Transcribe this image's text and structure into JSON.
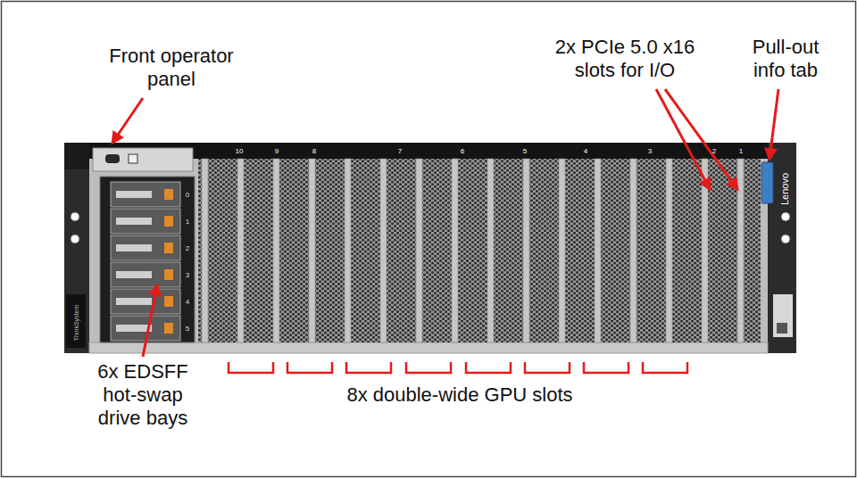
{
  "diagram": {
    "labels": [
      "Front operator panel",
      "2x PCIe 5.0 x16 slots for I/O",
      "Pull-out info tab",
      "6x EDSFF hot-swap drive bays",
      "8x double-wide GPU slots",
      "10",
      "9",
      "8",
      "7",
      "6",
      "5",
      "4",
      "3",
      "2",
      "1",
      "0",
      "1",
      "2",
      "3",
      "4",
      "5",
      "ThinkSystem",
      "Lenovo"
    ]
  }
}
